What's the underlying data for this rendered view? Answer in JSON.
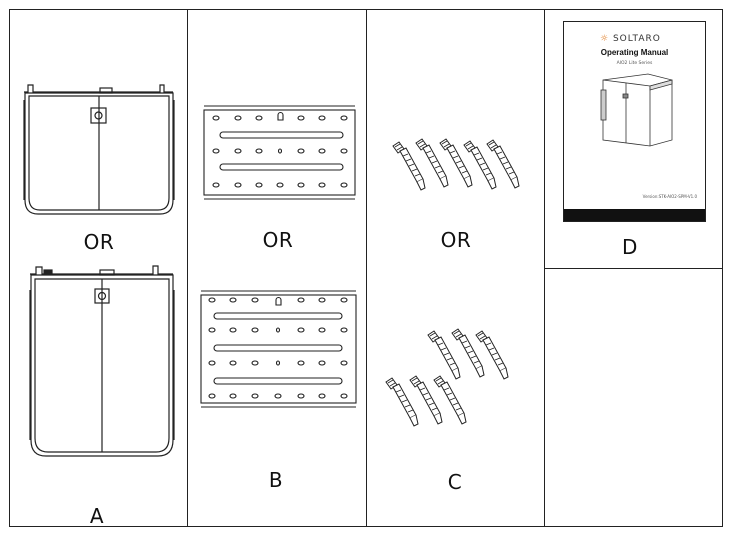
{
  "labels": {
    "or_a": "OR",
    "or_b": "OR",
    "or_c": "OR",
    "a": "A",
    "b": "B",
    "c": "C",
    "d": "D"
  },
  "manual": {
    "brand": "SOLTARO",
    "title": "Operating Manual",
    "subtitle": "AIO2 Lite Series",
    "doc_number": "Version:STK-AIO2-SPM-V1.0"
  }
}
